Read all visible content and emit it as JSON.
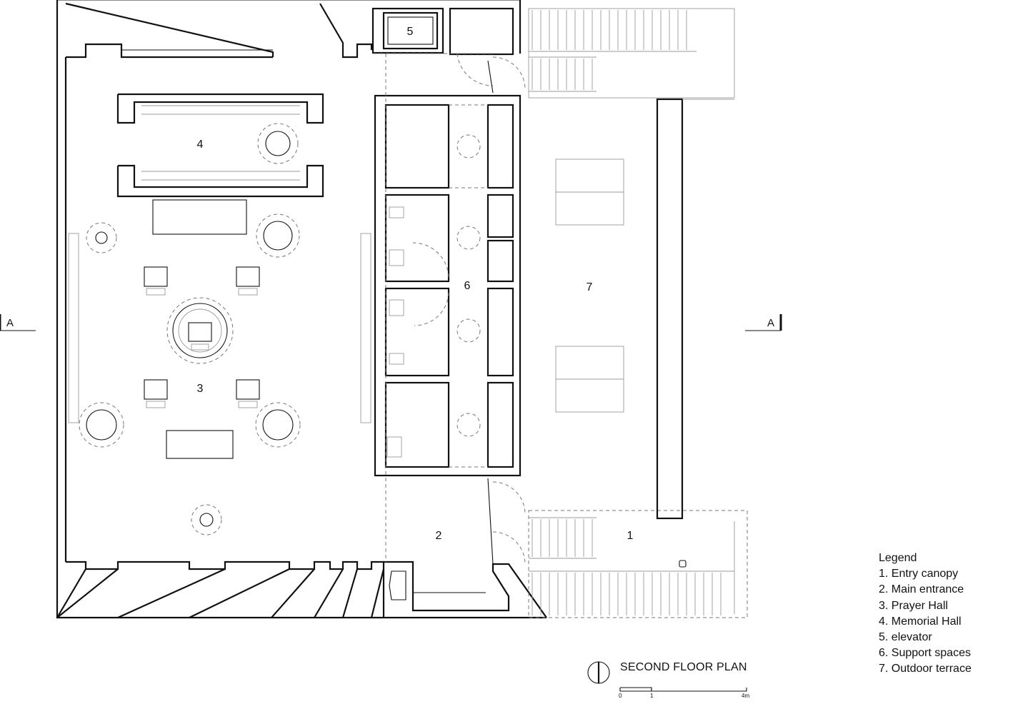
{
  "rooms": [
    {
      "num": "1"
    },
    {
      "num": "2"
    },
    {
      "num": "3"
    },
    {
      "num": "4"
    },
    {
      "num": "5"
    },
    {
      "num": "6"
    },
    {
      "num": "7"
    }
  ],
  "section_marks": {
    "left": "A",
    "right": "A"
  },
  "legend": {
    "title": "Legend",
    "items": [
      "1. Entry canopy",
      "2. Main entrance",
      "3. Prayer Hall",
      "4. Memorial Hall",
      "5. elevator",
      "6. Support spaces",
      "7. Outdoor terrace"
    ]
  },
  "plan_title": "SECOND FLOOR PLAN",
  "scale_bar": {
    "labels": [
      "0",
      "1",
      "4m"
    ]
  },
  "icons": {
    "north_arrow": "north-arrow-icon"
  }
}
